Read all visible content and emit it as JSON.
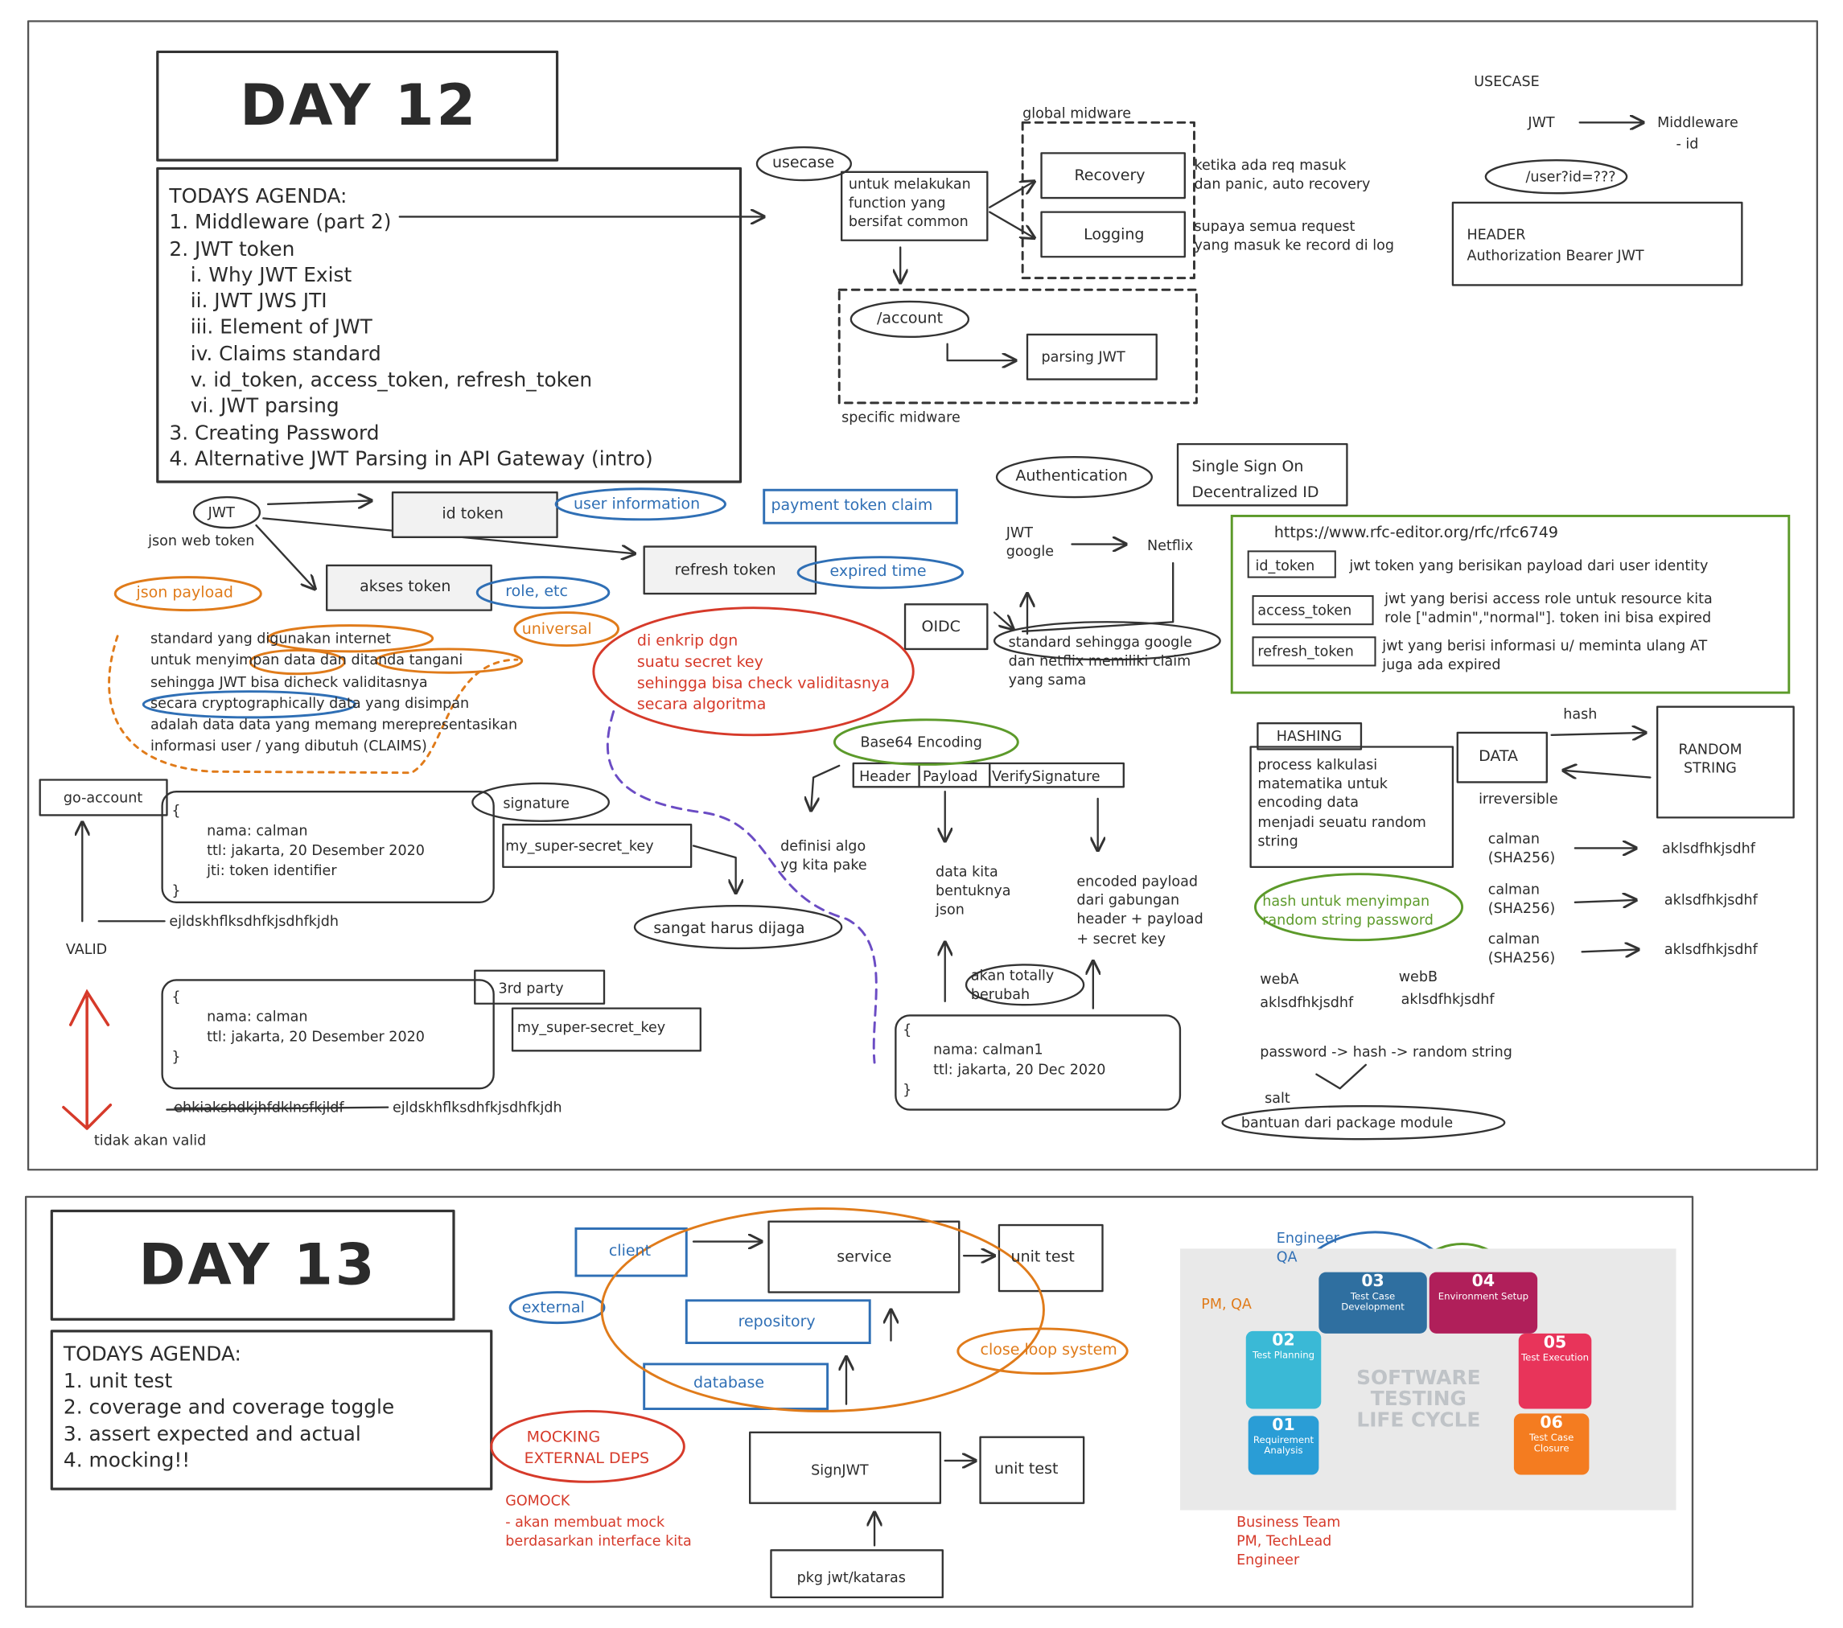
{
  "day12": {
    "title": "DAY 12",
    "agenda_heading": "TODAYS AGENDA:",
    "agenda": [
      "1. Middleware (part 2)",
      "2. JWT token",
      "i. Why JWT Exist",
      "ii. JWT JWS JTI",
      "iii. Element of JWT",
      "iv. Claims standard",
      "v. id_token, access_token, refresh_token",
      "vi. JWT parsing",
      "3. Creating Password",
      "4. Alternative JWT Parsing in API Gateway (intro)"
    ]
  },
  "middleware": {
    "usecase": "usecase",
    "usecase_desc": [
      "untuk melakukan",
      "function yang",
      "bersifat common"
    ],
    "global_label": "global midware",
    "recovery": "Recovery",
    "recovery_desc": [
      "ketika ada req masuk",
      "dan panic, auto recovery"
    ],
    "logging": "Logging",
    "logging_desc": [
      "supaya semua request",
      "yang masuk ke record di log"
    ],
    "account": "/account",
    "parsing": "parsing JWT",
    "specific_label": "specific midware"
  },
  "usecase_panel": {
    "title": "USECASE",
    "jwt": "JWT",
    "middleware": "Middleware",
    "middleware_sub": "- id",
    "path": "/user?id=???",
    "header_title": "HEADER",
    "header_value": "Authorization Bearer JWT"
  },
  "jwt_section": {
    "jwt": "JWT",
    "jwt_sub": "json web token",
    "id_token": "id token",
    "user_information": "user information",
    "payment_claim": "payment token claim",
    "refresh_token": "refresh token",
    "expired_time": "expired time",
    "akses_token": "akses token",
    "role_etc": "role, etc",
    "json_payload": "json payload",
    "universal": "universal",
    "desc": [
      "standard yang digunakan internet",
      "untuk menyimpan data dan ditanda tangani",
      "sehingga JWT bisa dicheck validitasnya",
      "secara cryptographically data yang disimpan",
      "adalah data data yang memang merepresentasikan",
      "informasi user / yang dibutuh (CLAIMS)"
    ],
    "encrypt": [
      "di enkrip dgn",
      "suatu secret key",
      "sehingga bisa check validitasnya",
      "secara algoritma"
    ]
  },
  "auth": {
    "authentication": "Authentication",
    "sso": [
      "Single Sign On",
      "Decentralized ID"
    ],
    "jwt_google": [
      "JWT",
      "google"
    ],
    "netflix": "Netflix",
    "oidc": "OIDC",
    "oidc_desc": [
      "standard sehingga google",
      "dan netflix memiliki claim",
      "yang sama"
    ]
  },
  "rfc": {
    "url": "https://www.rfc-editor.org/rfc/rfc6749",
    "rows": [
      {
        "key": "id_token",
        "desc": [
          "jwt token yang berisikan payload dari user identity"
        ]
      },
      {
        "key": "access_token",
        "desc": [
          "jwt yang berisi access role untuk resource kita",
          "role [\"admin\",\"normal\"]. token ini bisa expired"
        ]
      },
      {
        "key": "refresh_token",
        "desc": [
          "jwt yang berisi informasi u/ meminta ulang AT",
          "juga ada expired"
        ]
      }
    ]
  },
  "signing": {
    "go_account": "go-account",
    "valid": "VALID",
    "payload": [
      "{",
      "nama: calman",
      "ttl: jakarta, 20 Desember 2020",
      "jti: token identifier",
      "}"
    ],
    "signature": "signature",
    "secret": "my_super-secret_key",
    "token": "ejldskhflksdhfkjsdhfkjdh",
    "sangat": "sangat harus dijaga",
    "payload2": [
      "{",
      "nama: calman",
      "ttl: jakarta, 20 Desember 2020",
      "}"
    ],
    "third_party": "3rd party",
    "secret2": "my_super-secret_key",
    "token_strike": "ehkiakshdkjhfdklnsfkjldf",
    "token2": "ejldskhflksdhfkjsdhfkjdh",
    "tidak_valid": "tidak akan valid"
  },
  "base64": {
    "title": "Base64 Encoding",
    "header": "Header",
    "payload": "Payload",
    "verify": "VerifySignature",
    "header_desc": [
      "definisi algo",
      "yg kita pake"
    ],
    "payload_desc": [
      "data kita",
      "bentuknya",
      "json"
    ],
    "verify_desc": [
      "encoded payload",
      "dari gabungan",
      "header + payload",
      "+ secret key"
    ],
    "akan": [
      "akan totally",
      "berubah"
    ],
    "payload3": [
      "{",
      "nama: calman1",
      "ttl: jakarta, 20 Dec 2020",
      "}"
    ]
  },
  "hashing": {
    "title": "HASHING",
    "desc": [
      "process kalkulasi",
      "matematika untuk",
      "encoding data",
      "menjadi seuatu random",
      "string"
    ],
    "data": "DATA",
    "hash": "hash",
    "random": [
      "RANDOM",
      "STRING"
    ],
    "irreversible": "irreversible",
    "rows": [
      {
        "input": [
          "calman",
          "(SHA256)"
        ],
        "output": "aklsdfhkjsdhf"
      },
      {
        "input": [
          "calman",
          "(SHA256)"
        ],
        "output": "aklsdfhkjsdhf"
      },
      {
        "input": [
          "calman",
          "(SHA256)"
        ],
        "output": "aklsdfhkjsdhf"
      }
    ],
    "note": [
      "hash untuk menyimpan",
      "random string password"
    ],
    "webA": "webA",
    "webA_val": "aklsdfhkjsdhf",
    "webB": "webB",
    "webB_val": "aklsdfhkjsdhf",
    "flow": "password -> hash -> random string",
    "salt": "salt",
    "package": "bantuan dari package module"
  },
  "day13": {
    "title": "DAY 13",
    "agenda_heading": "TODAYS AGENDA:",
    "agenda": [
      "1. unit test",
      "2. coverage and coverage toggle",
      "3. assert expected and actual",
      "4. mocking!!"
    ],
    "client": "client",
    "service": "service",
    "unit_test": "unit test",
    "external": "external",
    "repository": "repository",
    "close_loop": "close loop system",
    "database": "database",
    "mocking": [
      "MOCKING",
      "EXTERNAL DEPS"
    ],
    "gomock": "GOMOCK",
    "gomock_desc": [
      "- akan membuat mock",
      "berdasarkan interface kita"
    ],
    "signjwt": "SignJWT",
    "unit_test2": "unit test",
    "pkg": "pkg jwt/kataras"
  },
  "stlc": {
    "title": [
      "SOFTWARE",
      "TESTING",
      "LIFE CYCLE"
    ],
    "phases": [
      {
        "num": "01",
        "label": "Requirement Analysis"
      },
      {
        "num": "02",
        "label": "Test Planning"
      },
      {
        "num": "03",
        "label": "Test Case Development"
      },
      {
        "num": "04",
        "label": "Environment Setup"
      },
      {
        "num": "05",
        "label": "Test Execution"
      },
      {
        "num": "06",
        "label": "Test Case Closure"
      }
    ],
    "engineer_qa": [
      "Engineer",
      "QA"
    ],
    "pm_qa": "PM, QA",
    "business": [
      "Business Team",
      "PM, TechLead",
      "Engineer"
    ]
  }
}
